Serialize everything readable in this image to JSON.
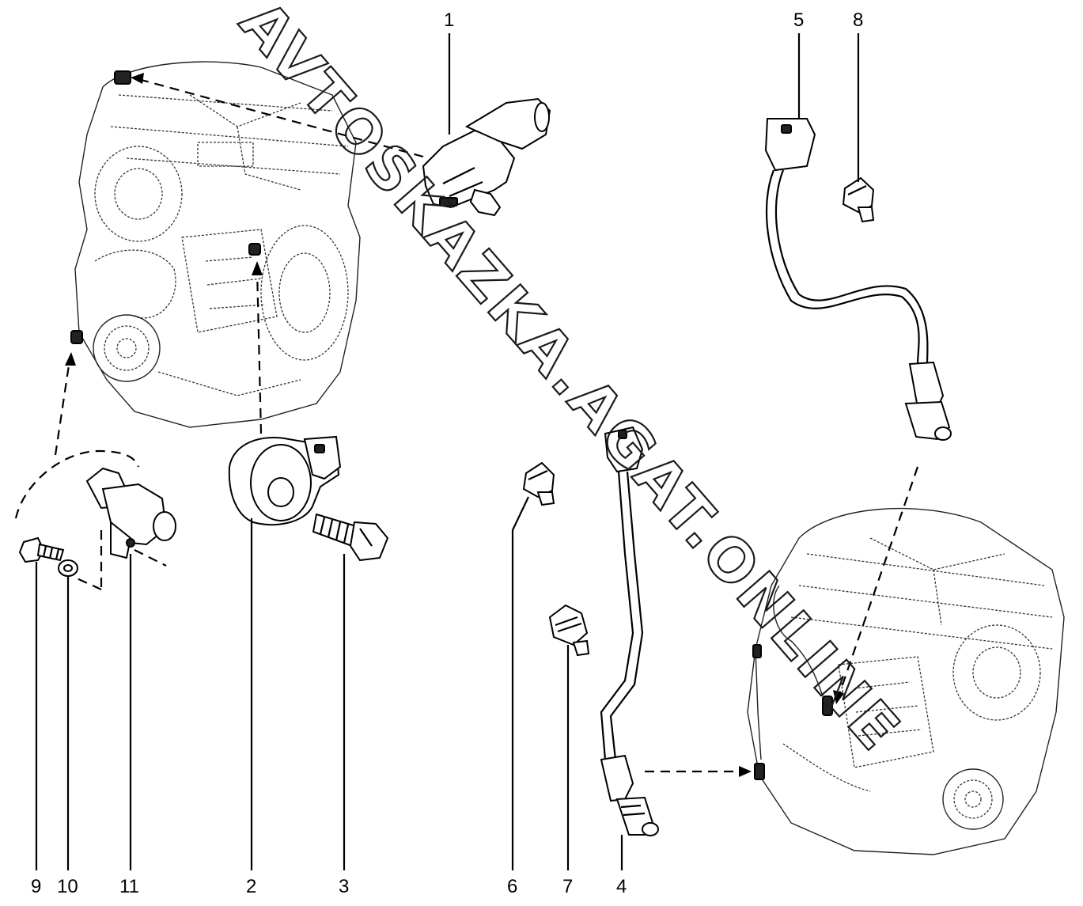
{
  "watermark": "AVTOSKAZKA.AGAT.ONLINE",
  "callouts": [
    {
      "id": "1",
      "label": "1"
    },
    {
      "id": "2",
      "label": "2"
    },
    {
      "id": "3",
      "label": "3"
    },
    {
      "id": "4",
      "label": "4"
    },
    {
      "id": "5",
      "label": "5"
    },
    {
      "id": "6",
      "label": "6"
    },
    {
      "id": "7",
      "label": "7"
    },
    {
      "id": "8",
      "label": "8"
    },
    {
      "id": "9",
      "label": "9"
    },
    {
      "id": "10",
      "label": "10"
    },
    {
      "id": "11",
      "label": "11"
    }
  ],
  "parts": [
    {
      "callout": "1",
      "icon": "pressure-sensor-icon"
    },
    {
      "callout": "2",
      "icon": "knock-sensor-icon"
    },
    {
      "callout": "3",
      "icon": "bolt-icon"
    },
    {
      "callout": "4",
      "icon": "oxygen-sensor-downstream-icon"
    },
    {
      "callout": "5",
      "icon": "oxygen-sensor-upstream-icon"
    },
    {
      "callout": "6",
      "icon": "clip-icon"
    },
    {
      "callout": "7",
      "icon": "clip-icon"
    },
    {
      "callout": "8",
      "icon": "clip-icon"
    },
    {
      "callout": "9",
      "icon": "bolt-icon"
    },
    {
      "callout": "10",
      "icon": "washer-icon"
    },
    {
      "callout": "11",
      "icon": "crankshaft-sensor-icon"
    }
  ],
  "colors": {
    "line": "#000000",
    "background": "#ffffff"
  }
}
